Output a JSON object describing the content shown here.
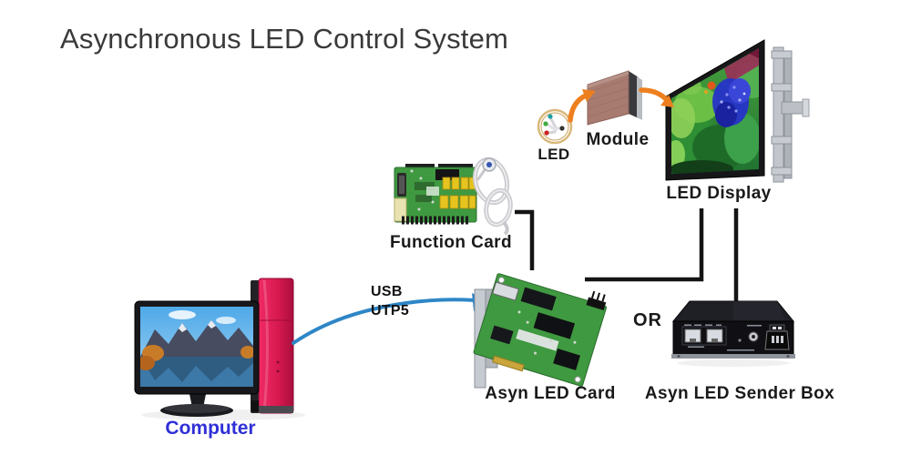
{
  "title": "Asynchronous LED Control System",
  "labels": {
    "computer": "Computer",
    "usb": "USB",
    "utp5": "UTP5",
    "function_card": "Function Card",
    "asyn_led_card": "Asyn LED Card",
    "or": "OR",
    "asyn_led_sender_box": "Asyn LED Sender Box",
    "led": "LED",
    "module": "Module",
    "led_display": "LED Display"
  },
  "colors": {
    "title_text": "#3a3a3a",
    "label_text": "#1a1a1a",
    "computer_label_blue": "#2f2fd8",
    "connection_arrow_blue": "#2e86c6",
    "flow_arrow_orange": "#ee7f1f",
    "connector_line_black": "#141414",
    "pcb_green": "#3f9940",
    "tower_red": "#d81950",
    "module_face": "#a87b70",
    "sender_box_black": "#101014"
  }
}
